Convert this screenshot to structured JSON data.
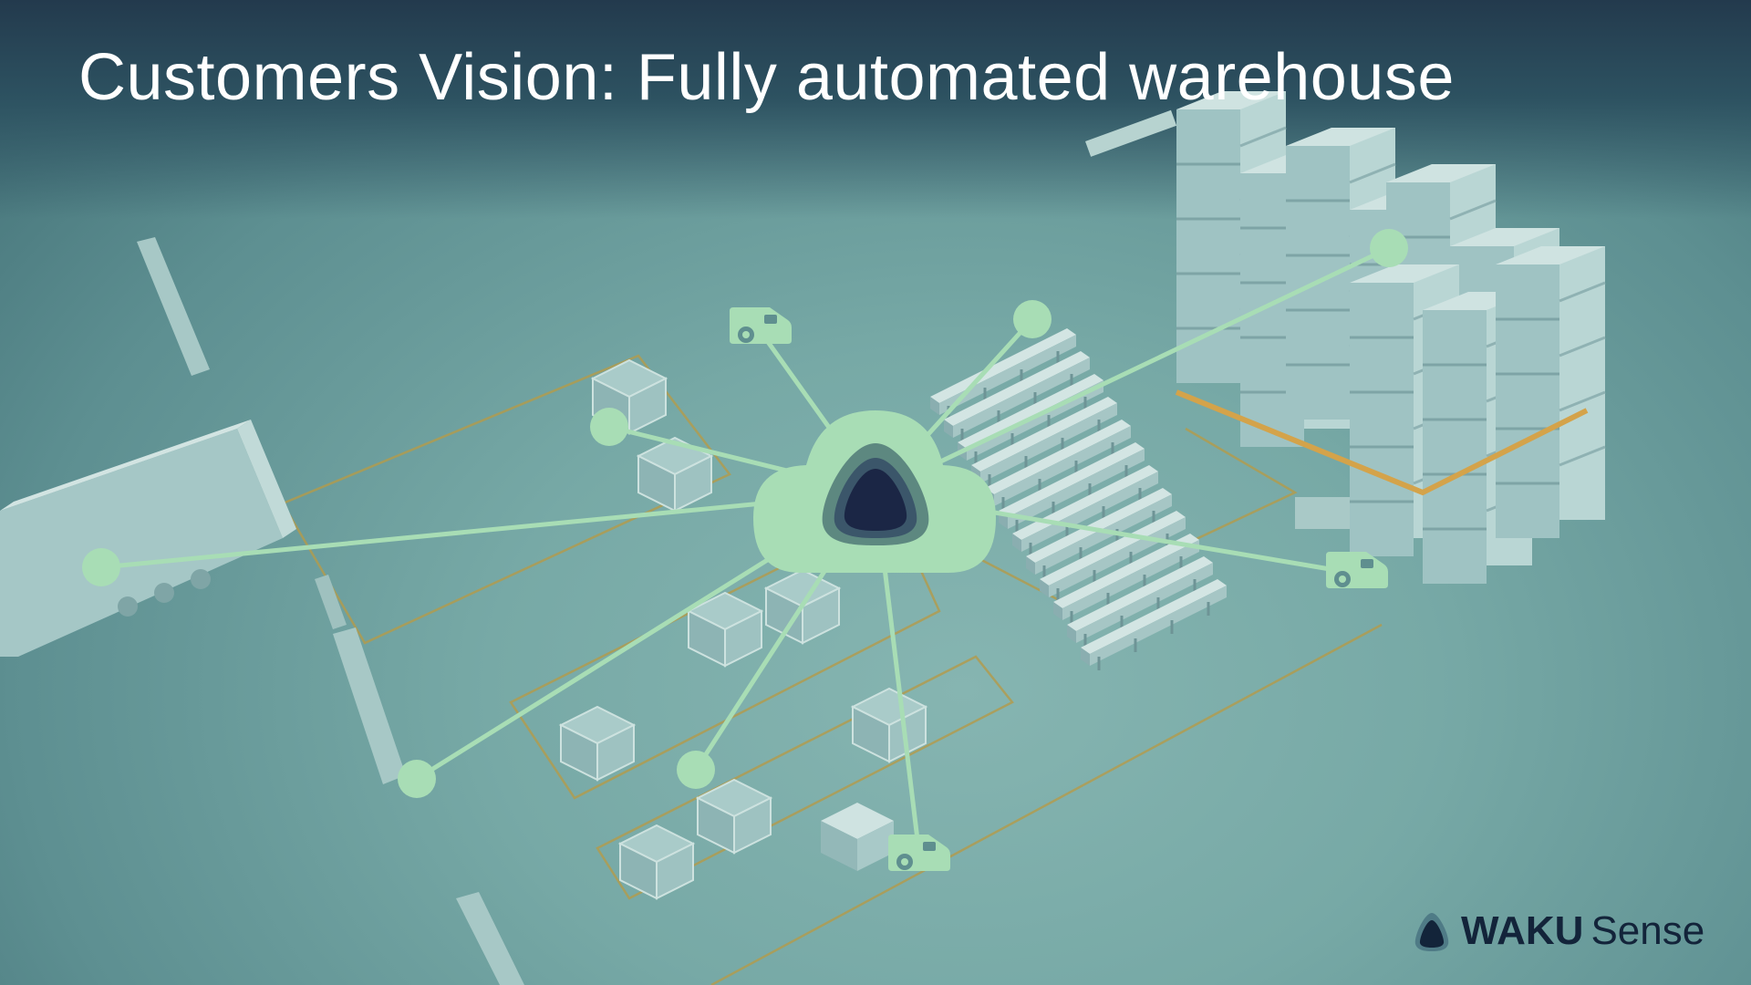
{
  "slide": {
    "title": "Customers Vision: Fully automated warehouse"
  },
  "colors": {
    "node": "#a8ddb5",
    "cloud": "#a8ddb5",
    "cloud_core": "#1b2645",
    "floor_marking": "#b49b4a",
    "title_text": "#ffffff",
    "logo_text": "#13243a"
  },
  "diagram": {
    "hub": {
      "name": "cloud-hub",
      "icon": "cloud-icon"
    },
    "nodes": [
      {
        "name": "node-truck-left",
        "icon": "circle-node"
      },
      {
        "name": "node-dock-lower-left",
        "icon": "circle-node"
      },
      {
        "name": "node-packing-area",
        "icon": "circle-node"
      },
      {
        "name": "node-shipping-left",
        "icon": "circle-node"
      },
      {
        "name": "node-racking-top",
        "icon": "circle-node"
      },
      {
        "name": "node-high-bay-storage",
        "icon": "circle-node"
      },
      {
        "name": "node-agv-top",
        "icon": "delivery-vehicle-icon"
      },
      {
        "name": "node-agv-right",
        "icon": "delivery-vehicle-icon"
      },
      {
        "name": "node-agv-bottom",
        "icon": "delivery-vehicle-icon"
      }
    ]
  },
  "logo": {
    "word": "WAKU",
    "suffix": "Sense",
    "icon": "waku-logo-icon"
  }
}
